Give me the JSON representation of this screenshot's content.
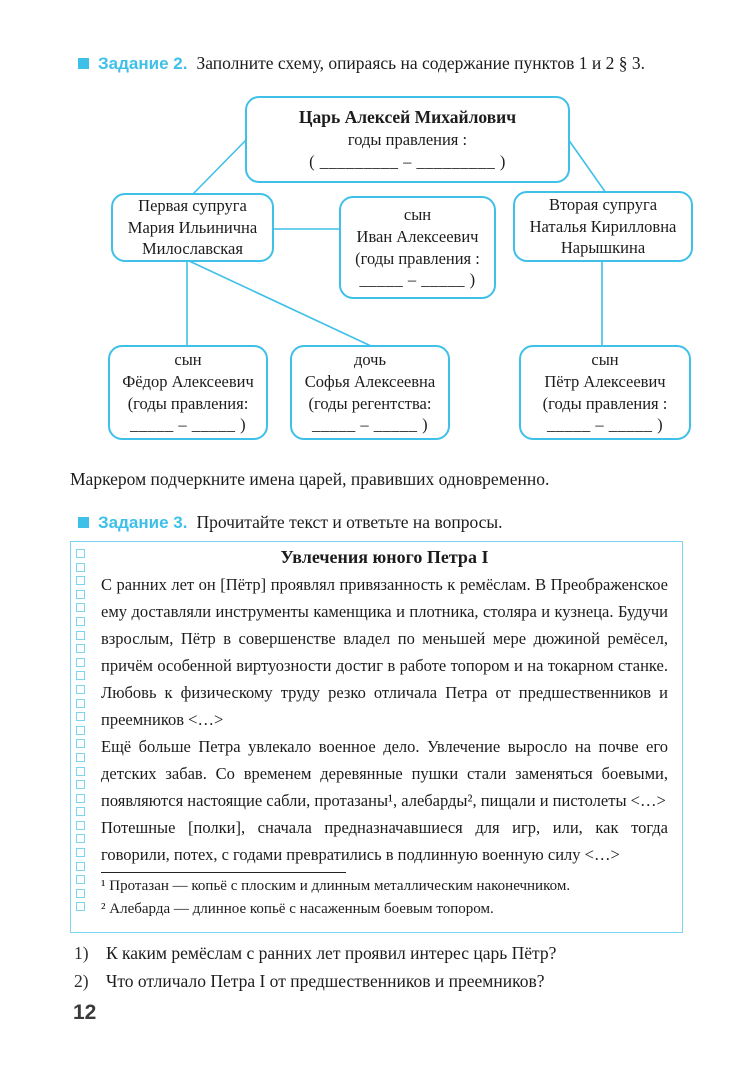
{
  "colors": {
    "accent": "#3fc0e8",
    "accent_light": "#7cd4ef"
  },
  "page": {
    "number": "12"
  },
  "task2": {
    "label": "Задание 2.",
    "instruction": "Заполните схему, опираясь на содержание пунктов 1 и 2 § 3."
  },
  "diagram": {
    "root": {
      "line1": "Царь Алексей Михайлович",
      "line2": "годы правления :",
      "line3": "( _________ – _________ )"
    },
    "wife1": {
      "line1": "Первая супруга",
      "line2": "Мария Ильинична",
      "line3": "Милославская"
    },
    "son_ivan": {
      "line1": "сын",
      "line2": "Иван Алексеевич",
      "line3": "(годы правления :",
      "line4": "_____ – _____ )"
    },
    "wife2": {
      "line1": "Вторая супруга",
      "line2": "Наталья Кирилловна",
      "line3": "Нарышкина"
    },
    "son_fedor": {
      "line1": "сын",
      "line2": "Фёдор Алексеевич",
      "line3": "(годы правления:",
      "line4": "_____ – _____ )"
    },
    "daughter_sofia": {
      "line1": "дочь",
      "line2": "Софья Алексеевна",
      "line3": "(годы регентства:",
      "line4": "_____ – _____ )"
    },
    "son_pyotr": {
      "line1": "сын",
      "line2": "Пётр Алексеевич",
      "line3": "(годы правления :",
      "line4": "_____ – _____ )"
    }
  },
  "note": "Маркером подчеркните имена царей, правивших одновременно.",
  "task3": {
    "label": "Задание 3.",
    "instruction": "Прочитайте текст и ответьте на вопросы.",
    "reading": {
      "title": "Увлечения юного Петра I",
      "paragraphs": [
        "С ранних лет он [Пётр] проявлял привязанность к ремёслам. В Преображенское ему доставляли инструменты каменщика и плотника, столяра и кузнеца. Будучи взрослым, Пётр в совершенстве владел по меньшей мере дюжиной ремёсел, причём особенной виртуозности достиг в работе топором и на токарном станке. Любовь к физическому труду резко отличала Петра от предшественников и преемников <…>",
        "Ещё больше Петра увлекало военное дело. Увлечение выросло на почве его детских забав. Со временем деревянные пушки стали заменяться боевыми, появляются настоящие сабли, протазаны¹, алебарды², пищали и пистолеты <…>",
        "Потешные [полки], сначала предназначавшиеся для игр, или, как тогда говорили, потех, с годами превратились в подлинную военную силу <…>"
      ],
      "footnotes": [
        "¹ Протазан — копьё с плоским и длинным металлическим наконечником.",
        "² Алебарда — длинное копьё с насаженным боевым топором."
      ]
    },
    "questions": [
      {
        "num": "1)",
        "text": "К каким ремёслам с ранних лет проявил интерес царь Пётр?"
      },
      {
        "num": "2)",
        "text": "Что отличало Петра I от предшественников и преемников?"
      }
    ]
  }
}
